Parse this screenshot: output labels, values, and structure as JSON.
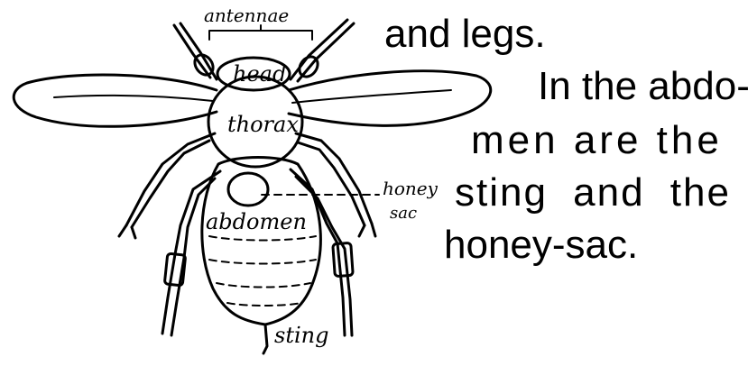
{
  "diagram": {
    "labels": {
      "antennae": "antennae",
      "head": "head",
      "thorax": "thorax",
      "abdomen": "abdomen",
      "honey_sac_line1": "honey",
      "honey_sac_line2": "sac",
      "sting": "sting"
    }
  },
  "text": {
    "line1": "and legs.",
    "line2": "In the abdo-",
    "line3": "men are the",
    "line4": "sting and the",
    "line5": "honey-sac."
  }
}
